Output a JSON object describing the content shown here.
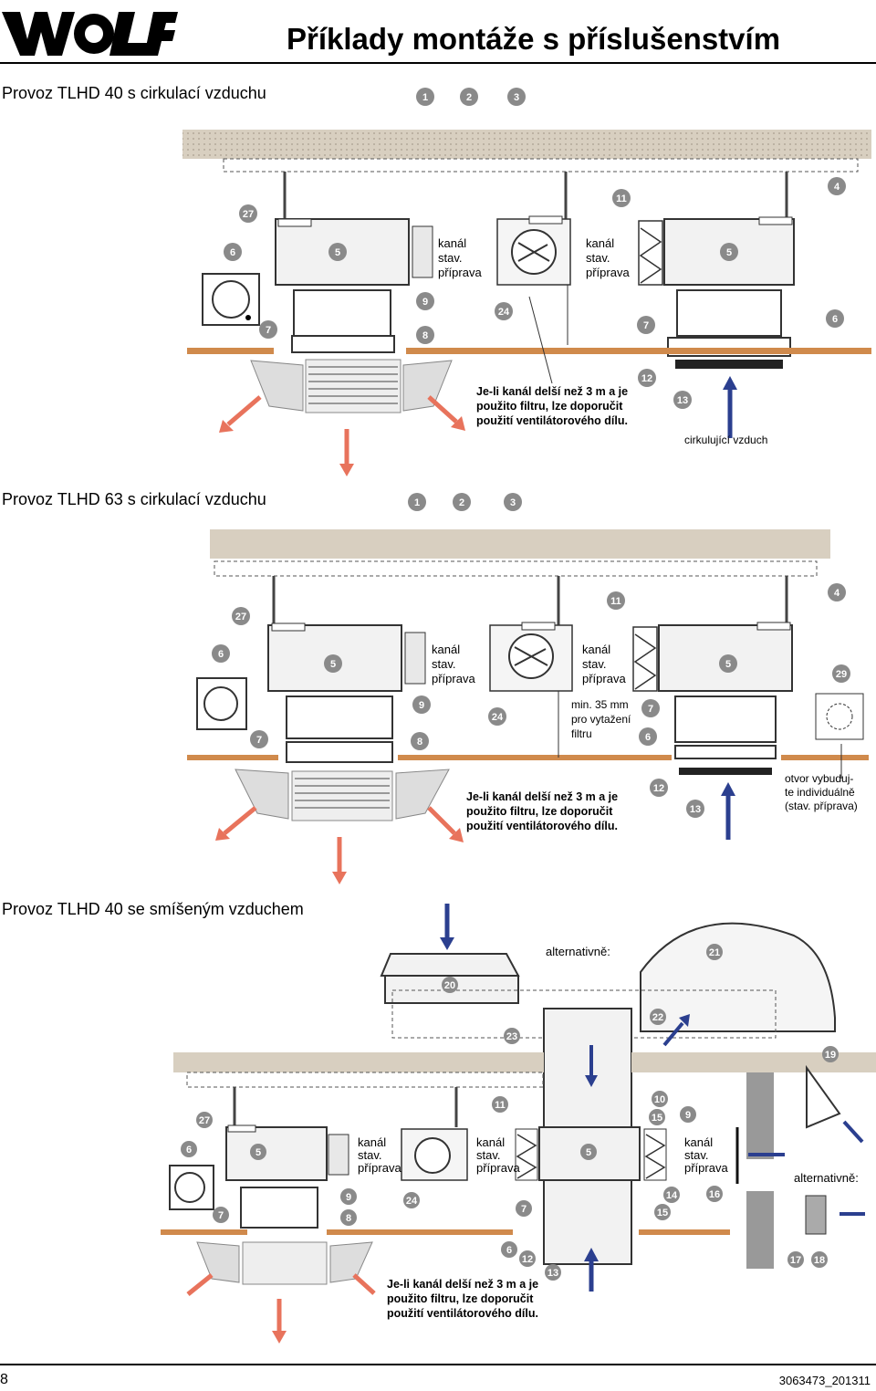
{
  "header": {
    "brand": "WOLF",
    "title": "Příklady montáže s příslušenstvím"
  },
  "sections": [
    {
      "title": "Provoz TLHD 40 s cirkulací vzduchu",
      "duct_label": [
        "kanál",
        "stav.",
        "příprava"
      ],
      "note": [
        "Je-li kanál delší než 3 m a je",
        "použito filtru, lze doporučit",
        "použití ventilátorového dílu."
      ],
      "circ_label": "cirkulující vzduch",
      "numbers": [
        "1",
        "2",
        "3",
        "27",
        "11",
        "4",
        "6",
        "5",
        "5",
        "9",
        "24",
        "7",
        "6",
        "7",
        "8",
        "12",
        "13"
      ]
    },
    {
      "title": "Provoz TLHD 63 s cirkulací vzduchu",
      "duct_label": [
        "kanál",
        "stav.",
        "příprava"
      ],
      "min_label": [
        "min. 35 mm",
        "pro vytažení",
        "filtru"
      ],
      "note": [
        "Je-li kanál delší než 3 m a je",
        "použito filtru, lze doporučit",
        "použití ventilátorového dílu."
      ],
      "opening_label": [
        "otvor vybuduj-",
        "te individuálně",
        "(stav. příprava)"
      ],
      "numbers": [
        "1",
        "2",
        "3",
        "27",
        "11",
        "4",
        "6",
        "5",
        "5",
        "29",
        "9",
        "24",
        "7",
        "6",
        "7",
        "8",
        "12",
        "13"
      ]
    },
    {
      "title": "Provoz TLHD 40 se smíšeným vzduchem",
      "duct_label": [
        "kanál",
        "stav.",
        "příprava"
      ],
      "alt_label": "alternativně:",
      "alt_label_2": "alternativně:",
      "note": [
        "Je-li kanál delší než 3 m a je",
        "použito filtru, lze doporučit",
        "použití ventilátorového dílu."
      ],
      "numbers": [
        "20",
        "21",
        "22",
        "23",
        "19",
        "27",
        "11",
        "10",
        "15",
        "9",
        "6",
        "5",
        "5",
        "9",
        "24",
        "14",
        "16",
        "7",
        "8",
        "15",
        "7",
        "6",
        "12",
        "13",
        "17",
        "18"
      ]
    }
  ],
  "footer": {
    "page": "8",
    "doc_code": "3063473_201311"
  },
  "colors": {
    "airflow_out": "#e8735c",
    "airflow_in": "#2b3f8f",
    "floor": "#d08a4c",
    "ceiling": "#d8cfc0",
    "badge": "#8a8a8a"
  }
}
